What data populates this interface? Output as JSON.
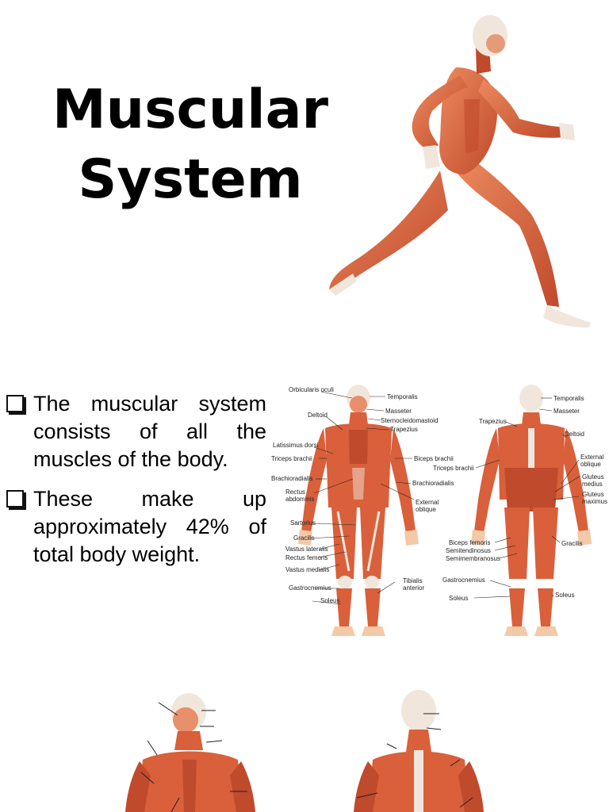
{
  "slide": {
    "title_line1": "Muscular",
    "title_line2": "System",
    "bullets": [
      "The muscular system consists of all the muscles of the body.",
      "These make up approximately 42% of total body weight."
    ]
  },
  "diagram": {
    "front_labels": {
      "orbicularis_oculi": "Orbicularis oculi",
      "deltoid": "Deltoid",
      "latissimus_dorsi": "Latissimus dorsi",
      "triceps_brachii": "Triceps brachii",
      "brachioradialis": "Brachioradialis",
      "rectus_abdominis_1": "Rectus",
      "rectus_abdominis_2": "abdominis",
      "sartorius": "Sartorius",
      "gracilis": "Gracilis",
      "vastus_lateralis": "Vastus lateralis",
      "rectus_femoris": "Rectus femoris",
      "vastus_medialis": "Vastus medialis",
      "gastrocnemius": "Gastrocnemius",
      "soleus": "Soleus",
      "temporalis": "Temporalis",
      "masseter": "Masseter",
      "sternocleidomastoid": "Sternocleidomastoid",
      "trapezius": "Trapezius",
      "biceps_brachii": "Biceps brachii",
      "brachioradialis_r": "Brachioradialis",
      "external_oblique_1": "External",
      "external_oblique_2": "oblique",
      "tibialis_anterior_1": "Tibialis",
      "tibialis_anterior_2": "anterior"
    },
    "back_labels": {
      "trapezius": "Trapezius",
      "triceps_brachii": "Triceps brachii",
      "biceps_femoris": "Biceps femoris",
      "semitendinosus": "Semitendinosus",
      "semimembranosus": "Semimembranosus",
      "gastrocnemius": "Gastrocnemius",
      "soleus_l": "Soleus",
      "temporalis": "Temporalis",
      "masseter": "Masseter",
      "deltoid": "Deltoid",
      "external_oblique_1": "External",
      "external_oblique_2": "oblique",
      "gluteus_medius_1": "Gluteus",
      "gluteus_medius_2": "medius",
      "gluteus_maximus_1": "Gluteus",
      "gluteus_maximus_2": "maximus",
      "gracilis": "Gracilis",
      "soleus_r": "Soleus"
    }
  },
  "colors": {
    "muscle": "#d9603a",
    "muscle_dark": "#b8432a",
    "muscle_light": "#ec8a5e",
    "tendon": "#f1e6dc",
    "skin": "#f3c9a8",
    "label_line": "#222222"
  }
}
